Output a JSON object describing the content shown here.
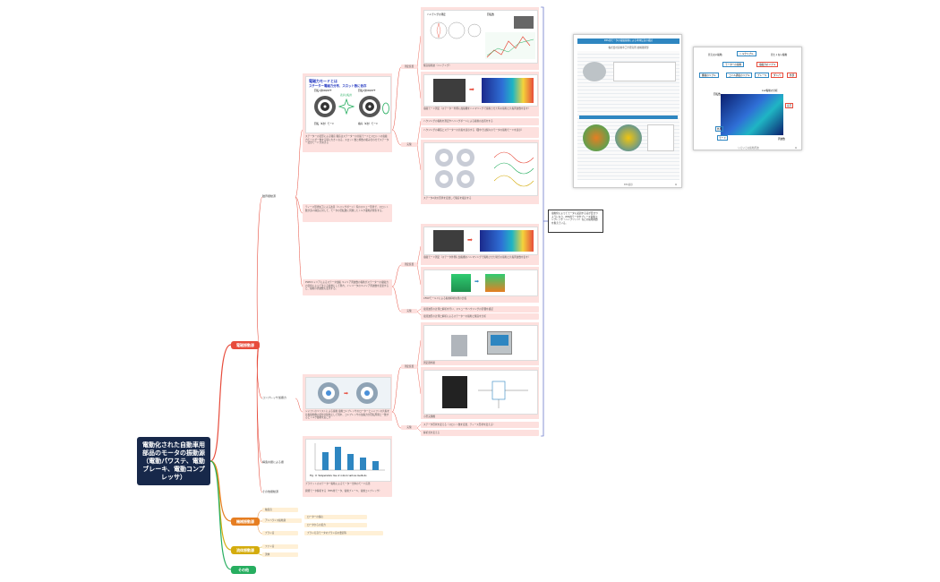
{
  "root": {
    "title": "電動化された自動車用部品のモータの振動源（電動パワステ、電動ブレーキ、電動コンプレッサ）"
  },
  "categories": {
    "electromagnetic": "電磁振動源",
    "mechanical": "機械振動源",
    "fluid": "流体振動源",
    "other": "その他"
  },
  "em_topics": {
    "cogging": "磁界振動源",
    "compressor": "コンプレッサ加振力",
    "structural": "構造共振による振",
    "others": "その他振動源"
  },
  "mech_topics": {
    "bearing": "軸受音",
    "imbalance": "アンバランス振動源",
    "brush": "ブラシ音"
  },
  "fluid_topics": {
    "fan": "ファン音",
    "airflow": "流体"
  },
  "mech_notes": {
    "imbalance": "ローターの偏心",
    "imbalance2": "ロータからの反力",
    "brush": "ブラシ打音モータのブラシ音の要因等"
  },
  "sub_labels": {
    "meas1": "測定装置",
    "exp1": "実験",
    "meas2": "測定装置",
    "exp2": "実験",
    "meas3": "測定装置",
    "exp3": "実験"
  },
  "slide": {
    "title": "電磁力モードとは",
    "subtitle": "ステーター電磁力分布、スロット数に依存",
    "left_top": "回転1次ON/OFF",
    "left_bottom": "回転（4次）モード",
    "right_top": "回転2次ON/OFF",
    "right_bottom": "楕円（2次）モード",
    "center": "表示は転用"
  },
  "notes": {
    "em_mode": "ステーターの変形による騒音\n騒音はステーターの共振モードとスロットの電磁力モードが一致する時に大きくなる。スロット数と極数の組み合わせでステーター変形モードが決まる",
    "cogging": "ティース形状加工による改善（ヘリングボーン）等のスキュー形状で、スロット数が多い構造に対して、モータの回転数に同期したトルク脈動が発生する。",
    "ripple": "PWMキャリアによるステータ加振\nキャリア周波数の振動がステーターの電磁力の変化によって生じる振動として現れ、インバータのキャリア周波数を変更すると、振動の周波数も変化する。",
    "compressor": "シャフトのツイストによる振動\n電動コンプレッサのローターとシャフトの共振を共振振動数の変化が振動として現れ、コンプレッサの加振力が回転周期と一致するとトルク脈動を起こす",
    "structural_cap": "ブラケットのステーター振動によるモーター全体のモード応答",
    "others": "開発モータ解析する（EPS用モータ、電動ブレーキ、電動コンプレッサ）"
  },
  "captions": {
    "c1": "騒音振動波（ハンチング）",
    "c2": "電磁モード測定（ステーター外側に加振機をハンマリングで振動させた時の振動と共振周波数を表す）",
    "c3": "ハウジングの振動を測定やヘリングボーンによる振動の改善をする",
    "c4": "ハウジングの構造とステーターの共振を表示する（図中では個々のモータの振動モードを表示）",
    "c5": "ステータ2次の形状を変更して騒音を検討する",
    "c6": "電磁モード測定（ステータ外側に加振機のハンマリングで振動させた場合の振動と共振周波数を表す）",
    "c7": "CFRPモールドによる振動抑制効果の比較",
    "c8": "電流波形の計測と解析を行い、スキューやハウジングの影響を検証",
    "c9": "電流波形の計測と解析によるステーターの振動と騒音を分析",
    "c10": "測定器外観",
    "c11": "小型実験機",
    "c12": "ステータ形状を変える（スロット数を変更、ティース形状を変える）",
    "c13": "解析式を変える"
  },
  "thumb_text": {
    "t1": "ハンチングの測定",
    "t2": "回転数",
    "graph_caption": "Fig. 11  Temperature rise of coils in various methods"
  },
  "callout": "電動化によってモータに起因する音が目立つようになり、EPS用モータやブレーキ電動コンプレッサ（ハイブリッド）などの振動問題を抱えている。",
  "card1": {
    "heading": "EPS用モータの電磁振動による車体伝音の検討",
    "authors": "株式会社自動車工学研究所  技術開発部",
    "footer": "EPS展示"
  },
  "card2": {
    "label_top_left": "見えない振動",
    "label_top_right": "見たくない振動",
    "node_center": "トルクリプル",
    "node_a": "モーターの振動",
    "node_b": "電磁力のリプル",
    "node_c": "機械のリプル",
    "node_d": "コイル通電のリプル",
    "node_e": "ブレーキ",
    "node_f": "ダンパ",
    "node_g": "外部",
    "sub_label": "Lv2振動の分析",
    "axis_y": "回転数",
    "axis_x": "周波数",
    "tag1": "外周",
    "tag2": "音圧",
    "tag3": "モード",
    "footer": "いろいろな振動周波"
  }
}
